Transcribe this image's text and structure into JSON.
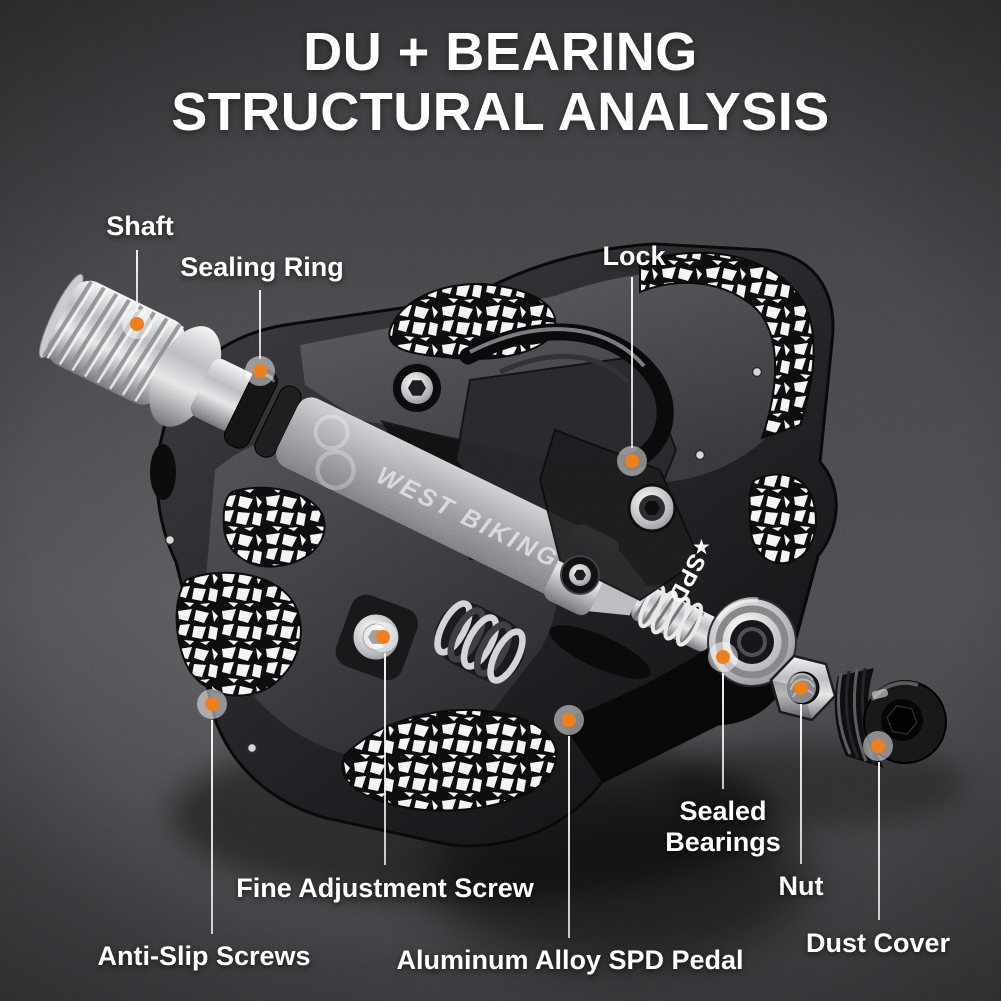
{
  "title": {
    "line1": "DU + BEARING",
    "line2": "STRUCTURAL ANALYSIS"
  },
  "product": {
    "brand_text": "WEST BIKING",
    "model_text": "SPD",
    "star_glyph": "★"
  },
  "callouts": [
    {
      "id": "shaft",
      "label": "Shaft"
    },
    {
      "id": "sealing-ring",
      "label": "Sealing Ring"
    },
    {
      "id": "lock",
      "label": "Lock"
    },
    {
      "id": "sealed-bearings",
      "label": "Sealed Bearings"
    },
    {
      "id": "nut",
      "label": "Nut"
    },
    {
      "id": "dust-cover",
      "label": "Dust Cover"
    },
    {
      "id": "fine-adjustment-screw",
      "label": "Fine Adjustment Screw"
    },
    {
      "id": "anti-slip-screws",
      "label": "Anti-Slip Screws"
    },
    {
      "id": "aluminum-alloy-spd-pedal",
      "label": "Aluminum Alloy SPD Pedal"
    }
  ],
  "colors": {
    "background": "#46464a",
    "title_text": "#ffffff",
    "label_text": "#ffffff",
    "callout_dot": "#ee7f1d",
    "callout_halo": "rgba(255,255,255,0.5)",
    "callout_line": "#f0f0f0",
    "pedal_body": "#101013",
    "axle_silver": "#c9c9cd"
  }
}
